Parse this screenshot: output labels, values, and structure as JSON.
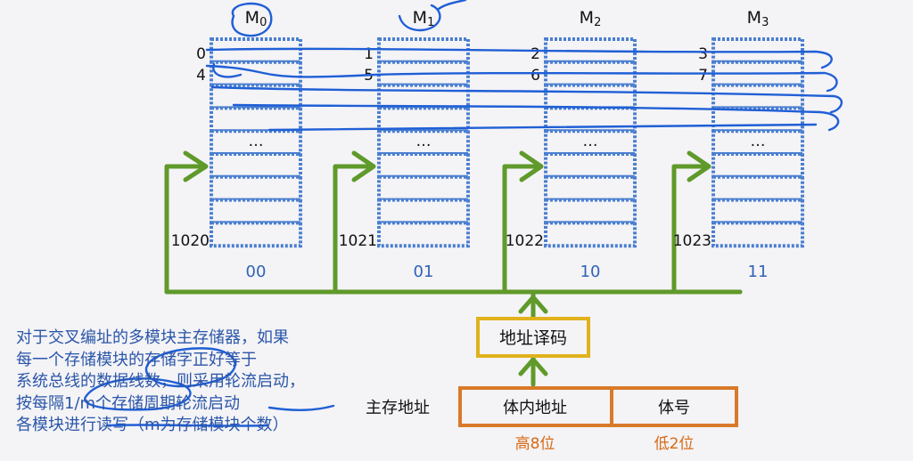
{
  "modules": [
    {
      "name_base": "M",
      "name_sub": "0",
      "top_addresses": [
        "0",
        "4"
      ],
      "mid": "…",
      "bottom_address": "1020",
      "code": "00"
    },
    {
      "name_base": "M",
      "name_sub": "1",
      "top_addresses": [
        "1",
        "5"
      ],
      "mid": "…",
      "bottom_address": "1021",
      "code": "01"
    },
    {
      "name_base": "M",
      "name_sub": "2",
      "top_addresses": [
        "2",
        "6"
      ],
      "mid": "…",
      "bottom_address": "1022",
      "code": "10"
    },
    {
      "name_base": "M",
      "name_sub": "3",
      "top_addresses": [
        "3",
        "7"
      ],
      "mid": "…",
      "bottom_address": "1023",
      "code": "11"
    }
  ],
  "decoder": {
    "label": "地址译码"
  },
  "main_address": {
    "label": "主存地址",
    "field_high": "体内地址",
    "field_low": "体号",
    "high_bits": "高8位",
    "low_bits": "低2位"
  },
  "note": {
    "lines": [
      "对于交叉编址的多模块主存储器，如果",
      "每一个存储模块的存储字正好等于",
      "系统总线的数据线数，则采用轮流启动，",
      "按每隔1/m个存储周期轮流启动",
      "各模块进行读写（m为存储模块个数）"
    ]
  },
  "colors": {
    "module_border": "#4a7fd0",
    "bus": "#5f9a2a",
    "decoder_border": "#e0b21c",
    "address_border": "#d87a2a",
    "ink": "#2f63b8",
    "label_orange": "#d86a12"
  }
}
